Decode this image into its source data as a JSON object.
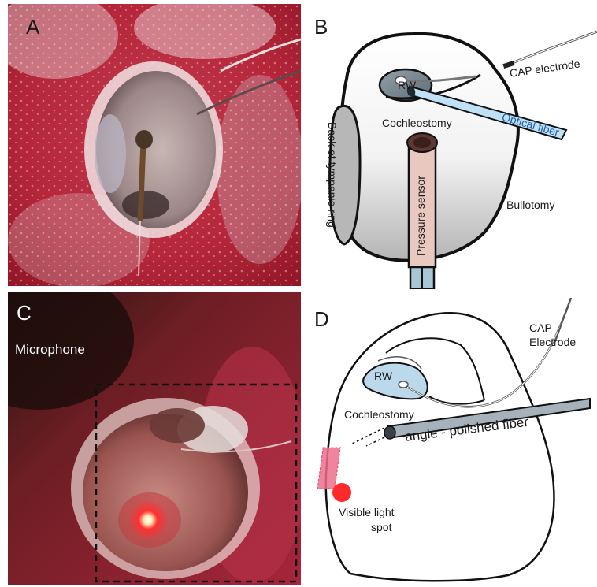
{
  "panels": {
    "a": {
      "letter": "A"
    },
    "b": {
      "letter": "B",
      "rw": "RW",
      "cap_electrode": "CAP electrode",
      "optical_fiber": "Optical fiber",
      "cochleostomy": "Cochleostomy",
      "back_of_tympanic_ring": "Back of tympanic ring",
      "pressure_sensor": "Pressure sensor",
      "bullotomy": "Bullotomy"
    },
    "c": {
      "letter": "C",
      "microphone": "Microphone"
    },
    "d": {
      "letter": "D",
      "cap_line1": "CAP",
      "cap_line2": "Electrode",
      "rw": "RW",
      "cochleostomy": "Cochleostomy",
      "fiber": "angle - polished fiber",
      "light_line1": "Visible light",
      "light_line2": "spot"
    }
  },
  "colors": {
    "tissue_red": "#b8283a",
    "rw_blue": "#bcd9ec",
    "fiber_blue": "#bfe0f5",
    "pressure_sensor": "#e9c9bf",
    "laser_spot": "#ff2a2a",
    "light_beam": "#ee6f8c"
  }
}
